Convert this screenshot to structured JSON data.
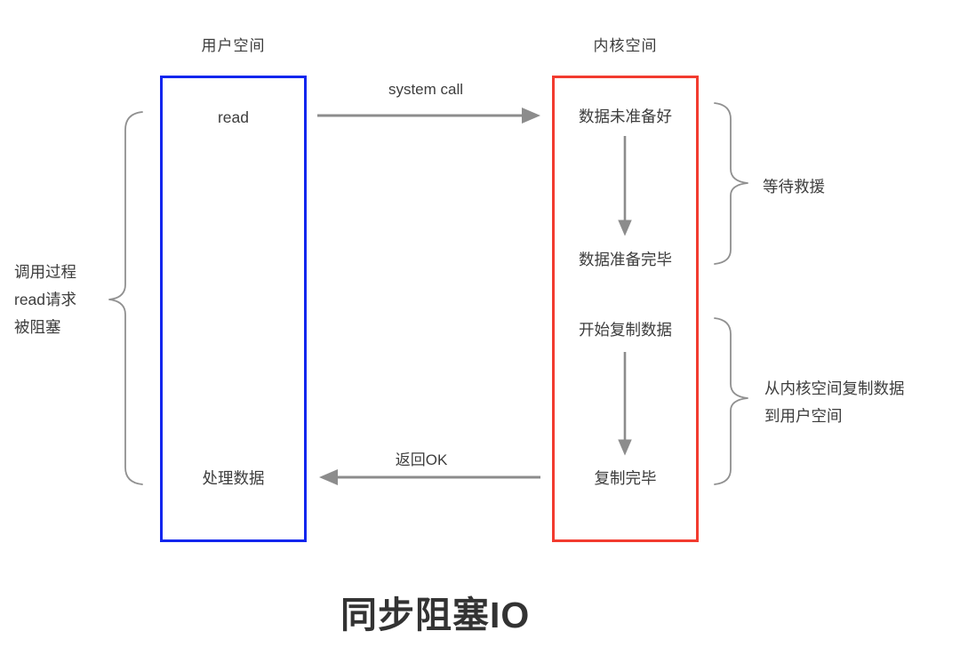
{
  "diagram": {
    "title": "同步阻塞IO",
    "user_space": {
      "label": "用户空间",
      "nodes": {
        "read": "read",
        "process": "处理数据"
      }
    },
    "kernel_space": {
      "label": "内核空间",
      "nodes": {
        "not_ready": "数据未准备好",
        "ready": "数据准备完毕",
        "copy_start": "开始复制数据",
        "copy_done": "复制完毕"
      }
    },
    "arrows": {
      "system_call_label": "system call",
      "return_label": "返回OK"
    },
    "annotations": {
      "blocked_lines": [
        "调用过程",
        "read请求",
        "被阻塞"
      ],
      "waiting": "等待救援",
      "copy_lines": [
        "从内核空间复制数据",
        "到用户空间"
      ]
    },
    "colors": {
      "user_box_border": "#1226ee",
      "kernel_box_border": "#f23b2f",
      "arrow": "#8c8c8c",
      "brace": "#909090",
      "text": "#3d3d3d",
      "title": "#333333"
    }
  }
}
